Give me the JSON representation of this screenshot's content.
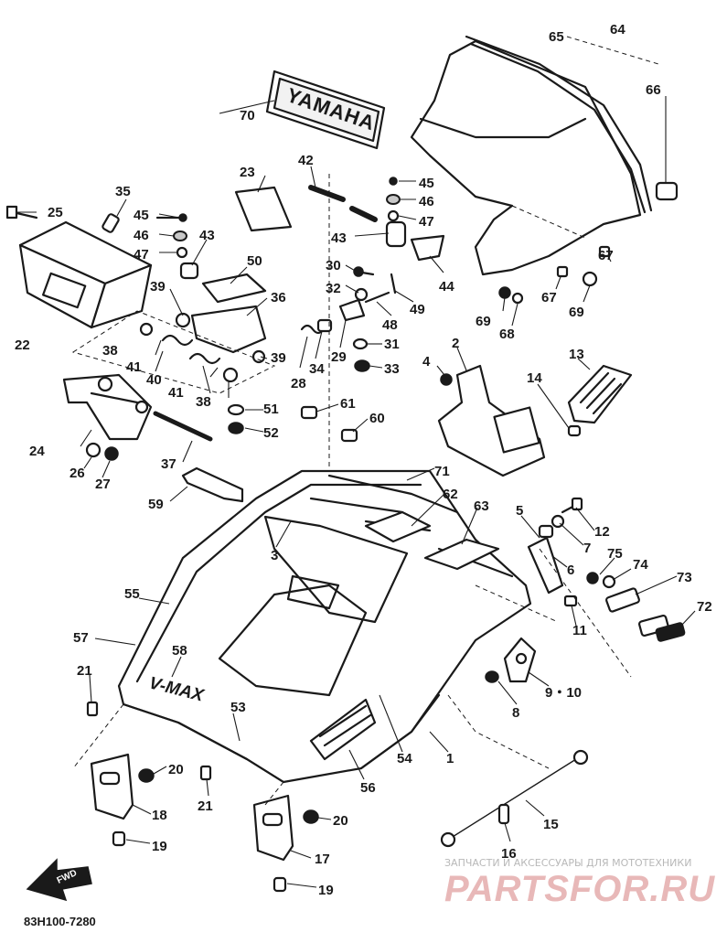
{
  "callouts": {
    "c1": "1",
    "c2": "2",
    "c3": "3",
    "c4": "4",
    "c5": "5",
    "c6": "6",
    "c7": "7",
    "c8": "8",
    "c9_10": "9・10",
    "c11": "11",
    "c12": "12",
    "c13": "13",
    "c14": "14",
    "c15": "15",
    "c16": "16",
    "c17": "17",
    "c18": "18",
    "c19a": "19",
    "c19b": "19",
    "c20a": "20",
    "c20b": "20",
    "c21a": "21",
    "c21b": "21",
    "c22": "22",
    "c23": "23",
    "c24": "24",
    "c25": "25",
    "c26": "26",
    "c27": "27",
    "c28": "28",
    "c29": "29",
    "c30": "30",
    "c31": "31",
    "c32": "32",
    "c33": "33",
    "c34": "34",
    "c35": "35",
    "c36": "36",
    "c37": "37",
    "c38a": "38",
    "c38b": "38",
    "c39a": "39",
    "c39b": "39",
    "c40": "40",
    "c41a": "41",
    "c41b": "41",
    "c42": "42",
    "c43a": "43",
    "c43b": "43",
    "c44": "44",
    "c45a": "45",
    "c45b": "45",
    "c46a": "46",
    "c46b": "46",
    "c47a": "47",
    "c47b": "47",
    "c48": "48",
    "c49": "49",
    "c50": "50",
    "c51": "51",
    "c52": "52",
    "c53": "53",
    "c54": "54",
    "c55": "55",
    "c56": "56",
    "c57": "57",
    "c58": "58",
    "c59": "59",
    "c60": "60",
    "c61": "61",
    "c62": "62",
    "c63": "63",
    "c64": "64",
    "c65": "65",
    "c66": "66",
    "c67a": "67",
    "c67b": "67",
    "c68": "68",
    "c69a": "69",
    "c69b": "69",
    "c70": "70",
    "c71": "71",
    "c72": "72",
    "c73": "73",
    "c74": "74",
    "c75": "75"
  },
  "decal_text": "YAMAHA",
  "model_badge": "V-MAX",
  "fwd_label": "FWD",
  "drawing_code": "83H100-7280",
  "watermark": {
    "tagline": "ЗАПЧАСТИ И АКСЕССУАРЫ ДЛЯ МОТОТЕХНИКИ",
    "site": "PARTSFOR.RU"
  },
  "colors": {
    "ink": "#1a1a1a",
    "watermark_red": "#e8b8b8",
    "watermark_grey": "#b8b8b8"
  }
}
